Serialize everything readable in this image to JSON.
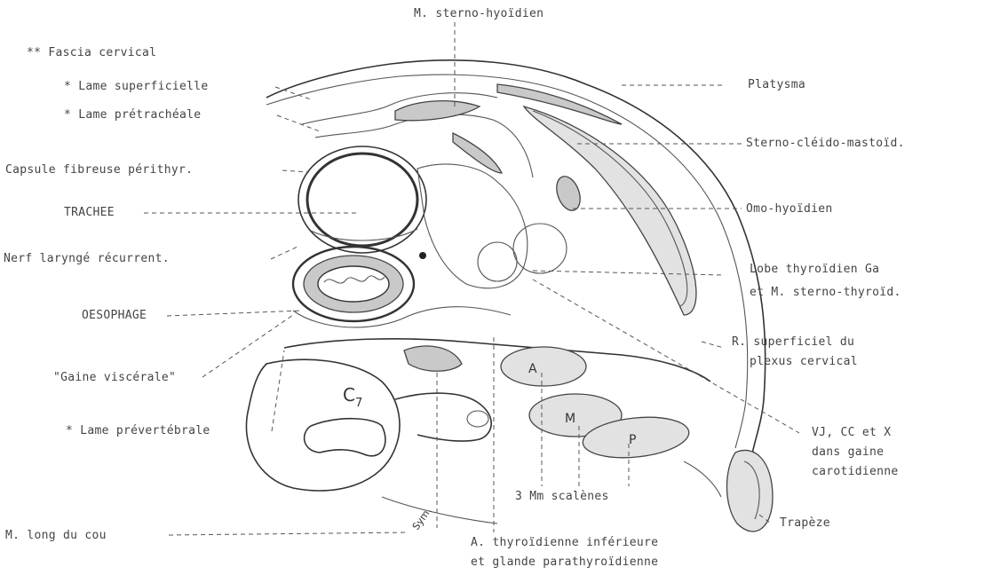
{
  "labels": {
    "sterno_hyoidien": "M. sterno-hyoïdien",
    "fascia_cervical": "** Fascia cervical",
    "lame_superficielle": "* Lame superficielle",
    "lame_pretracheale": "* Lame prétrachéale",
    "capsule_fibreuse": "Capsule fibreuse périthyr.",
    "trachee": "TRACHEE",
    "nerf_laryngé": "Nerf laryngé récurrent.",
    "oesophage": "OESOPHAGE",
    "gaine_viscerale": "\"Gaine viscérale\"",
    "lame_prevertebrale": "* Lame prévertébrale",
    "long_du_cou": "M. long du cou",
    "platysma": "Platysma",
    "sterno_cleido": "Sterno-cléido-mastoïd.",
    "omo_hyoidien": "Omo-hyoïdien",
    "lobe_thyroidien_1": "Lobe thyroïdien Ga",
    "lobe_thyroidien_2": "et M. sterno-thyroïd.",
    "rameau_sup_1": "R. superficiel du",
    "rameau_sup_2": "plexus cervical",
    "vj_1": "VJ, CC et X",
    "vj_2": "dans gaine",
    "vj_3": "carotidienne",
    "trapeze": "Trapèze",
    "mm_scalenes": "3 Mm scalènes",
    "thyroidienne_1": "A. thyroïdienne inférieure",
    "thyroidienne_2": "et glande parathyroïdienne",
    "c7": "C",
    "c7_sub": "7",
    "a": "A",
    "m": "M",
    "p": "P",
    "sym": "Sym."
  }
}
